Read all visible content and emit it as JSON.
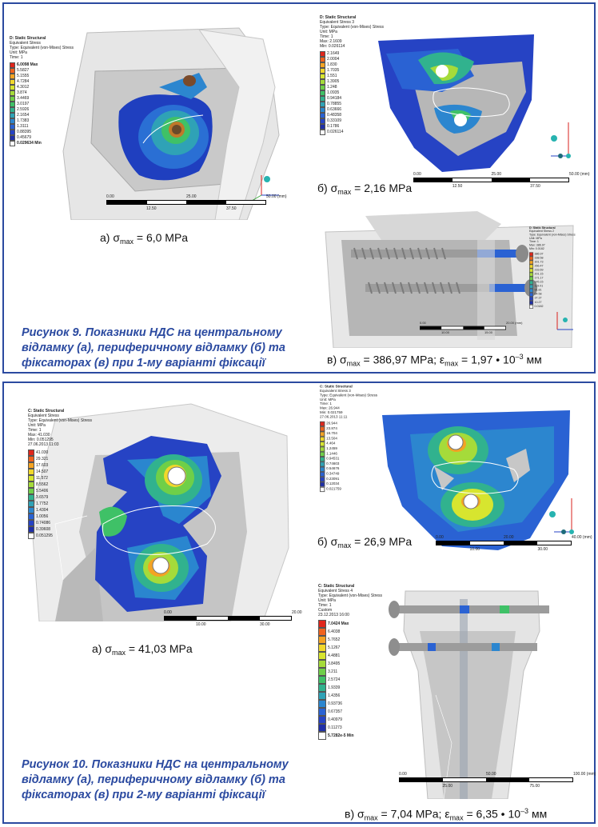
{
  "figure9": {
    "caption_lines": [
      "Рисунок 9. Показники НДС на центральному",
      "відламку (а), периферичному відламку (б) та",
      "фіксаторах (в) при 1-му варіанті фіксації"
    ],
    "panel_a": {
      "legend": {
        "header": [
          "D: Static Structural",
          "Equivalent Stress",
          "Type: Equivalent (von-Mises) Stress",
          "Unit: MPa",
          "Time: 1"
        ],
        "max_label": "6.0098 Max",
        "values": [
          "5.5827",
          "5.1555",
          "4.7284",
          "4.3012",
          "3.874",
          "3.4469",
          "3.0197",
          "2.5926",
          "2.1654",
          "1.7383",
          "1.3111",
          "0.88395",
          "0.45679"
        ],
        "min_label": "0.029634 Min"
      },
      "scale": {
        "top": [
          "0.00",
          "25.00",
          "50.00 (mm)"
        ],
        "bottom": [
          "12.50",
          "37.50"
        ]
      },
      "caption": {
        "prefix": "а) σ",
        "sub": "max",
        "text": " = 6,0 MPa"
      }
    },
    "panel_b": {
      "legend": {
        "header": [
          "D: Static Structural",
          "Equivalent Stress 3",
          "Type: Equivalent (von-Mises) Stress",
          "Unit: MPa",
          "Time: 1",
          "Max: 2.1609",
          "Min: 0.026114"
        ],
        "values": [
          "2.1649",
          "2.0004",
          "1.830",
          "1.7035",
          "1.551",
          "1.3905",
          "1.248",
          "1.0935",
          "0.94184",
          "0.78855",
          "0.63666",
          "0.48358",
          "0.33109",
          "0.1786",
          "0.026114"
        ]
      },
      "scale": {
        "top": [
          "0.00",
          "25.00",
          "50.00 (mm)"
        ],
        "bottom": [
          "12.50",
          "37.50"
        ]
      },
      "caption": {
        "prefix": "б) σ",
        "sub": "max",
        "text": " = 2,16 MPa"
      }
    },
    "panel_c": {
      "legend": {
        "header": [
          "D: Static Structural",
          "Equivalent Stress 2",
          "Type: Equivalent (von-Mises) Stress",
          "Unit: MPa",
          "Time: 1",
          "Max: 386.97",
          "Min: 0.0182"
        ],
        "values": [
          "386.97",
          "338.58",
          "301.73",
          "266.47",
          "233.69",
          "201.15",
          "171.17",
          "145.15",
          "119.01",
          "91.81",
          "64.58",
          "37.37",
          "10.27",
          "0.0182"
        ]
      },
      "scale": {
        "top": [
          "0.00",
          "20.00 (mm)"
        ],
        "bottom": [
          "10.00",
          "15.00"
        ]
      },
      "caption": {
        "prefix": "в) σ",
        "sub": "max",
        "text": " = 386,97 MPa; ε",
        "sub2": "max",
        "text2": " = 1,97 • 10",
        "sup": "–3",
        "text3": " мм"
      }
    }
  },
  "figure10": {
    "caption_lines": [
      "Рисунок 10. Показники НДС на центральному",
      "відламку (а), периферичному відламку (б) та",
      "фіксаторах (в) при 2-му варіанті фіксації"
    ],
    "panel_a": {
      "legend": {
        "header": [
          "C: Static Structural",
          "Equivalent Stress",
          "Type: Equivalent (von-Mises) Stress",
          "Unit: MPa",
          "Time: 1",
          "Max: 41.030",
          "Min: 0.051295",
          "27.06.2013 11:03"
        ],
        "values": [
          "41.030",
          "29.321",
          "17.603",
          "14.507",
          "11.572",
          "8.5562",
          "5.5406",
          "3.6579",
          "1.7752",
          "1.4304",
          "1.0056",
          "0.74086",
          "0.39608",
          "0.051295"
        ]
      },
      "scale": {
        "top": [
          "0.00",
          "20.00"
        ],
        "bottom": [
          "10.00",
          "30.00"
        ]
      },
      "caption": {
        "prefix": "а) σ",
        "sub": "max",
        "text": " = 41,03 MPa"
      }
    },
    "panel_b": {
      "legend": {
        "header": [
          "C: Static Structural",
          "Equivalent Stress 3",
          "Type: Equivalent (von-Mises) Stress",
          "Unit: MPa",
          "Time: 1",
          "Max: 26.944",
          "Min: 0.021759",
          "27.06.2013 11:11"
        ],
        "values": [
          "26.944",
          "23.874",
          "16.704",
          "13.504",
          "4.464",
          "1.2459",
          "1.1446",
          "0.94531",
          "0.74603",
          "0.54676",
          "0.34749",
          "0.23091",
          "0.12034",
          "0.021759"
        ]
      },
      "scale": {
        "top": [
          "0.00",
          "20.00",
          "40.00 (mm)"
        ],
        "bottom": [
          "10.00",
          "30.00"
        ]
      },
      "caption": {
        "prefix": "б) σ",
        "sub": "max",
        "text": " = 26,9 MPa"
      }
    },
    "panel_c": {
      "legend": {
        "header": [
          "C: Static Structural",
          "Equivalent Stress 4",
          "Type: Equivalent (von-Mises) Stress",
          "Unit: MPa",
          "Time: 1",
          "Custom",
          "23.12.2013 16:00"
        ],
        "max_label": "7.0424 Max",
        "values": [
          "6.4038",
          "5.7652",
          "5.1267",
          "4.4881",
          "3.8495",
          "3.211",
          "2.5724",
          "1.9339",
          "1.4356",
          "0.93736",
          "0.67357",
          "0.40979",
          "0.11273"
        ],
        "min_label": "5.7282e-5 Min"
      },
      "scale": {
        "top": [
          "0.00",
          "50.00",
          "100.00 (mm)"
        ],
        "bottom": [
          "25.00",
          "75.00"
        ]
      },
      "caption": {
        "prefix": "в) σ",
        "sub": "max",
        "text": " = 7,04 MPa; ε",
        "sub2": "max",
        "text2": " = 6,35 • 10",
        "sup": "–3",
        "text3": " мм"
      }
    }
  },
  "colors": {
    "frame": "#2b4aa0",
    "caption": "#2b4aa0",
    "legend_scale": [
      "#e0261c",
      "#f0621e",
      "#f4a323",
      "#f1d82b",
      "#d7e52f",
      "#a5db3a",
      "#6fcf48",
      "#3fc167",
      "#31b28e",
      "#2fa2b6",
      "#2c86cf",
      "#2a62d3",
      "#2643c4",
      "#1f2fa8",
      "#ffffff"
    ]
  }
}
